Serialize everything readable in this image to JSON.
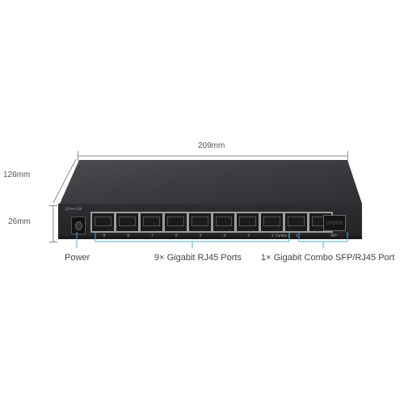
{
  "dimensions": {
    "width": "209mm",
    "depth": "126mm",
    "height": "26mm"
  },
  "device": {
    "power_label_text": "12V⎓ 0.4A",
    "port_numbers": [
      "9",
      "8",
      "7",
      "6",
      "5",
      "4",
      "3",
      "2",
      "1"
    ],
    "combo_label": "Combo 2",
    "sfp_label": "SFP"
  },
  "callouts": {
    "power": "Power",
    "rj45": "9× Gigabit RJ45 Ports",
    "combo": "1× Gigabit Combo SFP/RJ45 Port"
  },
  "colors": {
    "dimension_line": "#8a8a8a",
    "callout_line": "#4ab3d6",
    "chassis_top": "#3d3f42",
    "chassis_front": "#2b2c2e"
  }
}
